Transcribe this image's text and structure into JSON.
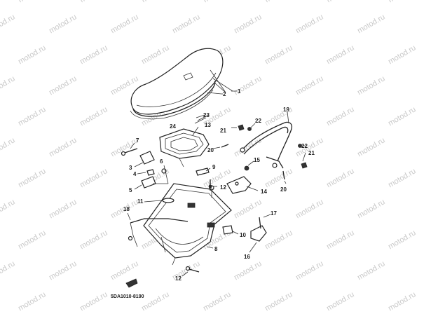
{
  "diagram": {
    "watermark": "motod.ru",
    "catalog_code": "5DA1010-8190",
    "callouts": [
      "1",
      "2",
      "3",
      "4",
      "5",
      "6",
      "7",
      "8",
      "9",
      "10",
      "11",
      "12",
      "12",
      "13",
      "14",
      "15",
      "16",
      "17",
      "18",
      "19",
      "20",
      "20",
      "21",
      "21",
      "22",
      "22",
      "23",
      "24"
    ]
  }
}
